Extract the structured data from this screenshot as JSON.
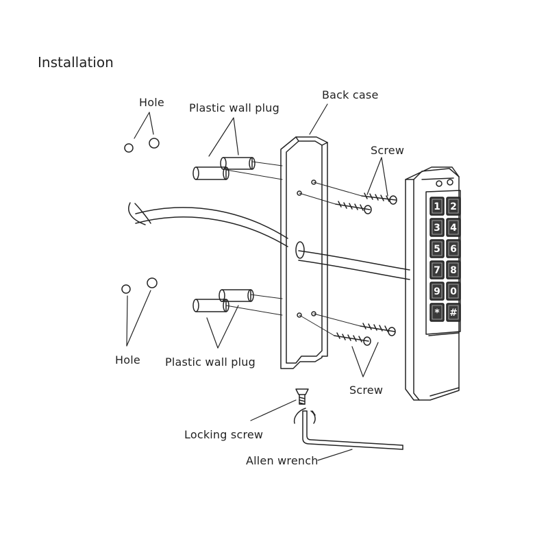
{
  "title": "Installation",
  "labels": {
    "hole_top": "Hole",
    "plug_top": "Plastic wall plug",
    "back_case": "Back case",
    "screw_top": "Screw",
    "hole_bottom": "Hole",
    "plug_bottom": "Plastic wall plug",
    "screw_bottom": "Screw",
    "locking_screw": "Locking screw",
    "allen_wrench": "Allen wrench"
  },
  "keypad": {
    "keys": [
      "1",
      "2",
      "3",
      "4",
      "5",
      "6",
      "7",
      "8",
      "9",
      "0",
      "*",
      "#"
    ]
  },
  "colors": {
    "line": "#222222",
    "key_fill": "#3a3a3a"
  }
}
